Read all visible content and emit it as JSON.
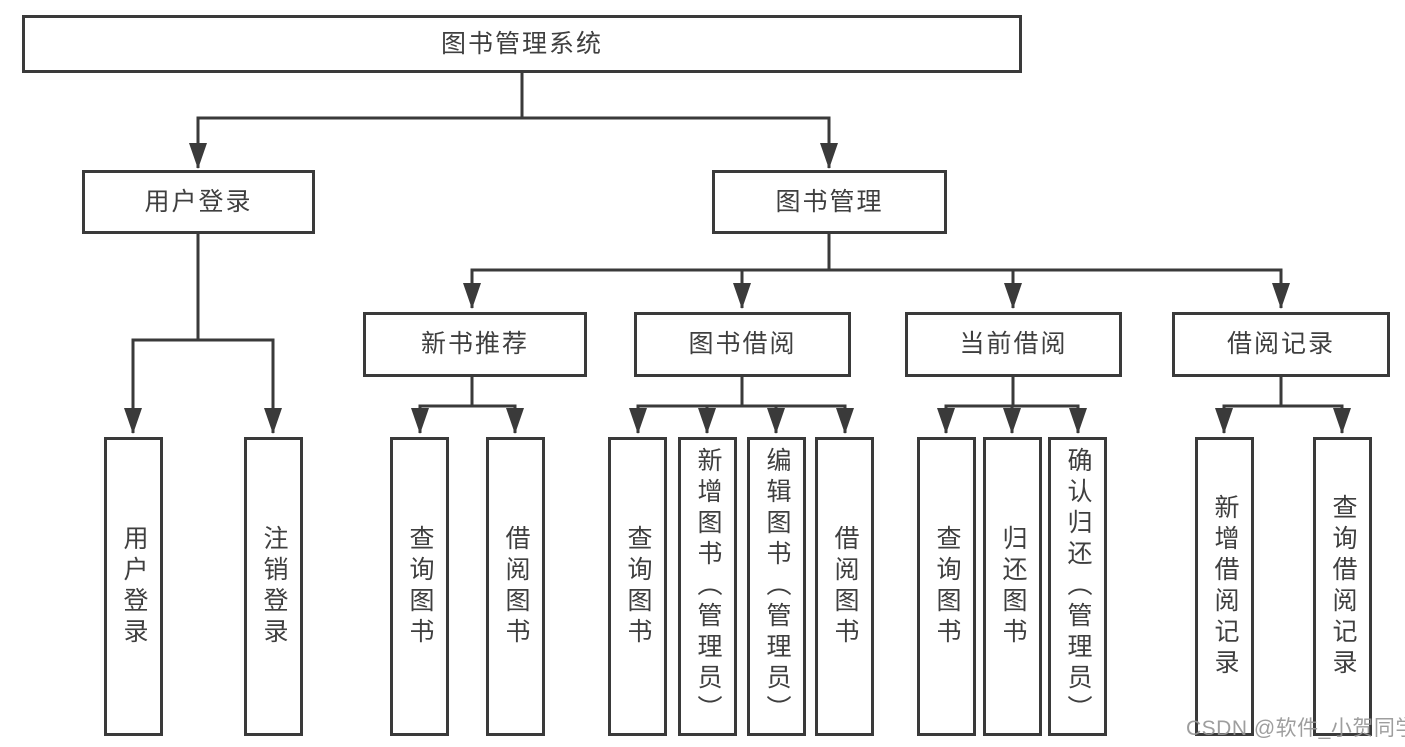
{
  "tree": {
    "label": "图书管理系统",
    "children": [
      {
        "label": "用户登录",
        "children": [
          {
            "label": "用户登录"
          },
          {
            "label": "注销登录"
          }
        ]
      },
      {
        "label": "图书管理",
        "children": [
          {
            "label": "新书推荐",
            "children": [
              {
                "label": "查询图书"
              },
              {
                "label": "借阅图书"
              }
            ]
          },
          {
            "label": "图书借阅",
            "children": [
              {
                "label": "查询图书"
              },
              {
                "label": "新增图书（管理员）"
              },
              {
                "label": "编辑图书（管理员）"
              },
              {
                "label": "借阅图书"
              }
            ]
          },
          {
            "label": "当前借阅",
            "children": [
              {
                "label": "查询图书"
              },
              {
                "label": "归还图书"
              },
              {
                "label": "确认归还（管理员）"
              }
            ]
          },
          {
            "label": "借阅记录",
            "children": [
              {
                "label": "新增借阅记录"
              },
              {
                "label": "查询借阅记录"
              }
            ]
          }
        ]
      }
    ]
  },
  "watermark": {
    "text": "CSDN @软件_小贺同学"
  },
  "colors": {
    "line": "#3a3a3a",
    "text": "#3f3f3f",
    "watermark": "#969696",
    "background": "#ffffff"
  }
}
